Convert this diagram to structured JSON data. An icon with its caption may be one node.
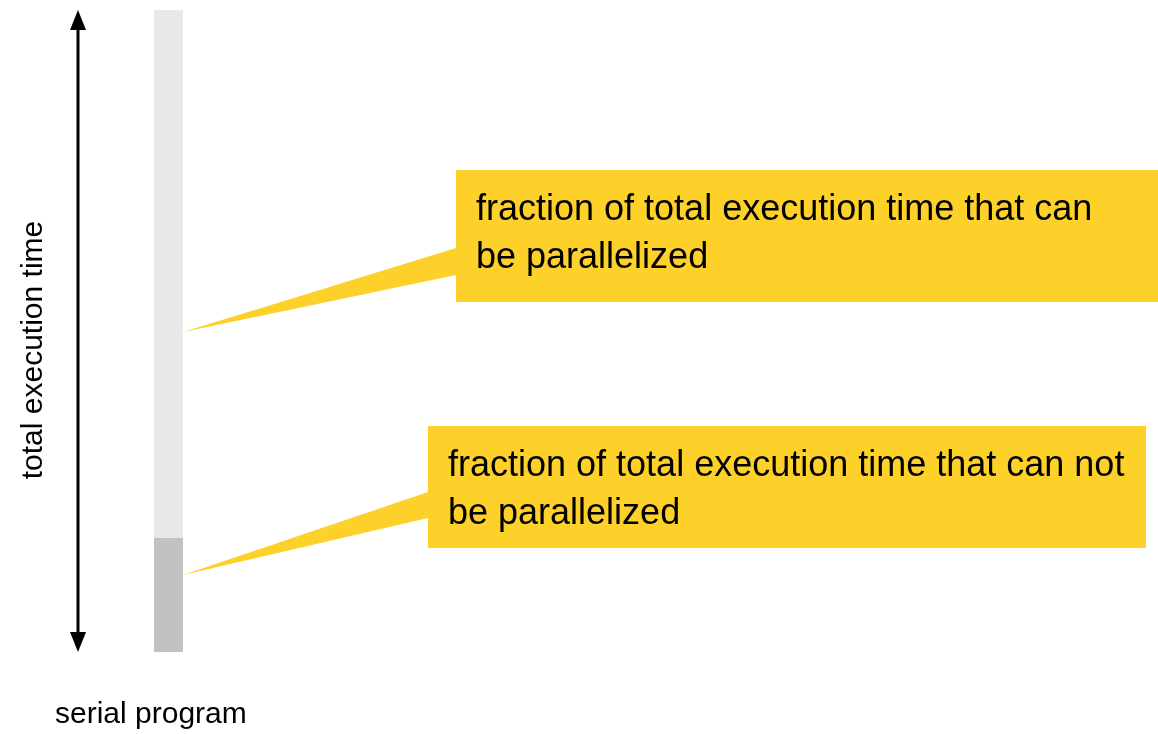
{
  "diagram": {
    "nodes": [
      {
        "text": [],
        "shape": "bar"
      },
      {
        "text": [],
        "shape": "bar"
      },
      {
        "text": [
          "fraction of total execution time that can be parallelized"
        ]
      },
      {
        "text": [
          "fraction of total execution time that can not be parallelized"
        ]
      }
    ],
    "edges": [
      {
        "from": 2,
        "to": 0,
        "arrow": "none"
      },
      {
        "from": 3,
        "to": 1,
        "arrow": "none"
      }
    ],
    "labels": [
      "total execution time",
      "serial program"
    ]
  }
}
